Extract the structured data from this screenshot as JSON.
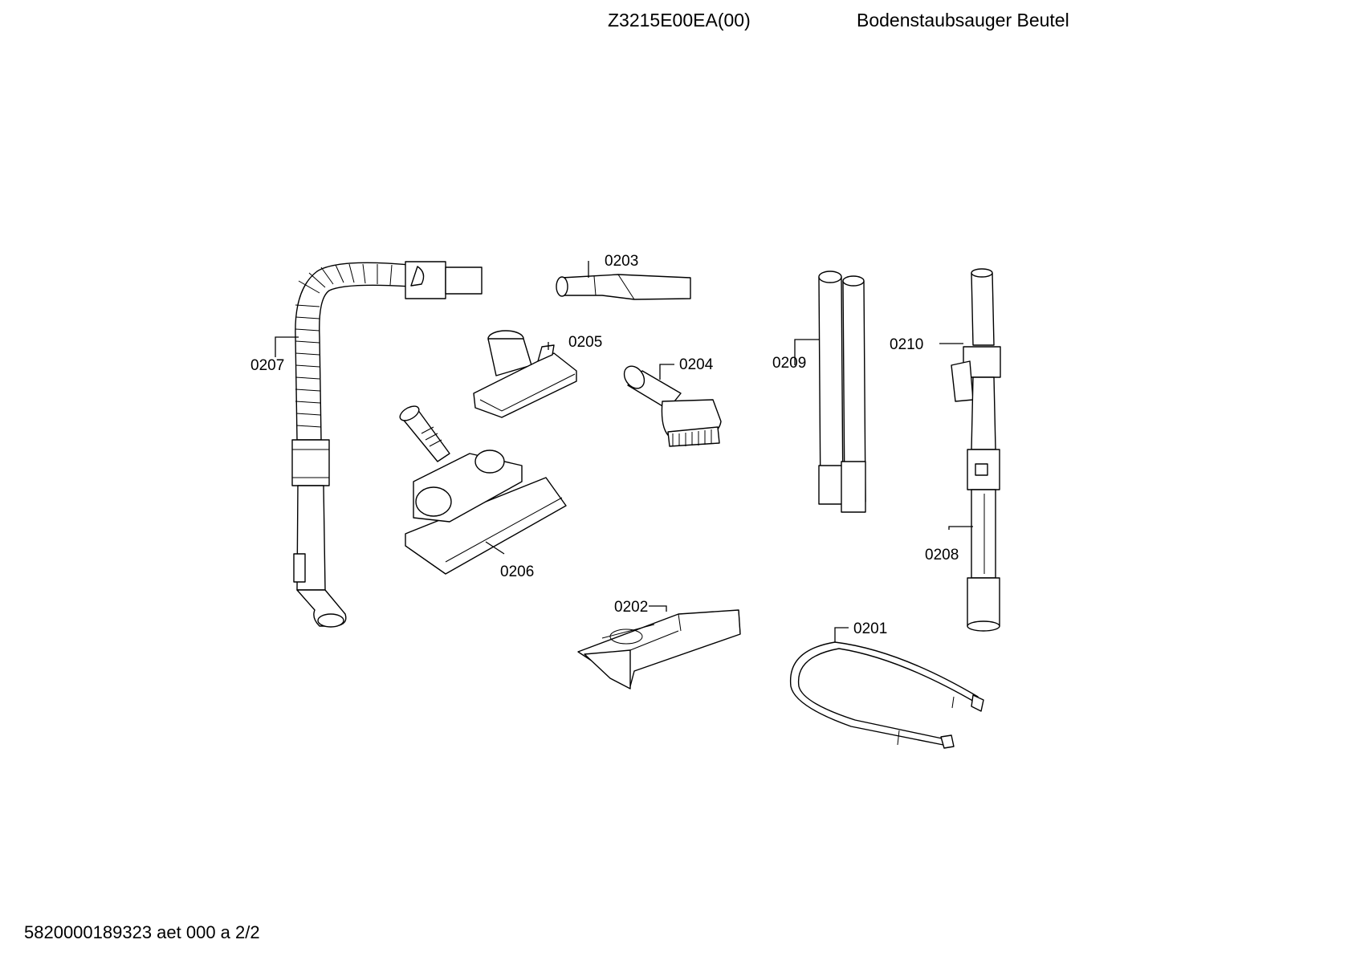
{
  "header": {
    "model": "Z3215E00EA(00)",
    "description": "Bodenstaubsauger Beutel"
  },
  "footer": {
    "text": "5820000189323 aet 000 a 2/2"
  },
  "parts": {
    "p0201": "0201",
    "p0202": "0202",
    "p0203": "0203",
    "p0204": "0204",
    "p0205": "0205",
    "p0206": "0206",
    "p0207": "0207",
    "p0208": "0208",
    "p0209": "0209",
    "p0210": "0210"
  }
}
